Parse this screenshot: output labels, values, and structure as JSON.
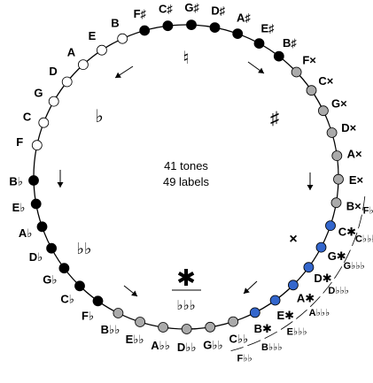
{
  "center": {
    "line1": "41 tones",
    "line2": "49 labels"
  },
  "colors": {
    "natural": "#ffffff",
    "flat": "#000000",
    "sharp": "#000000",
    "doubleflat": "#aaaaaa",
    "doublesharp": "#aaaaaa",
    "triple": "#3366cc",
    "stroke": "#000000",
    "circle": "#000000"
  },
  "region_symbols": {
    "natural": "♮",
    "flat": "♭",
    "sharp": "♯",
    "doubleflat": "♭♭",
    "doublesharp": "×",
    "triple_top": "✱",
    "triple_bottom": "♭♭♭"
  },
  "tones": [
    {
      "label": "F",
      "kind": "natural"
    },
    {
      "label": "C",
      "kind": "natural"
    },
    {
      "label": "G",
      "kind": "natural"
    },
    {
      "label": "D",
      "kind": "natural"
    },
    {
      "label": "A",
      "kind": "natural"
    },
    {
      "label": "E",
      "kind": "natural"
    },
    {
      "label": "B",
      "kind": "natural"
    },
    {
      "label": "F♯",
      "kind": "sharp"
    },
    {
      "label": "C♯",
      "kind": "sharp"
    },
    {
      "label": "G♯",
      "kind": "sharp"
    },
    {
      "label": "D♯",
      "kind": "sharp"
    },
    {
      "label": "A♯",
      "kind": "sharp"
    },
    {
      "label": "E♯",
      "kind": "sharp"
    },
    {
      "label": "B♯",
      "kind": "sharp"
    },
    {
      "label": "F×",
      "kind": "doublesharp"
    },
    {
      "label": "C×",
      "kind": "doublesharp"
    },
    {
      "label": "G×",
      "kind": "doublesharp"
    },
    {
      "label": "D×",
      "kind": "doublesharp"
    },
    {
      "label": "A×",
      "kind": "doublesharp"
    },
    {
      "label": "E×",
      "kind": "doublesharp"
    },
    {
      "label": "B×",
      "kind": "doublesharp",
      "extra": "F♭♭♭"
    },
    {
      "label": "C✱",
      "kind": "triple",
      "extra": "C♭♭♭"
    },
    {
      "label": "G✱",
      "kind": "triple",
      "extra": "G♭♭♭"
    },
    {
      "label": "D✱",
      "kind": "triple",
      "extra": "D♭♭♭"
    },
    {
      "label": "A✱",
      "kind": "triple",
      "extra": "A♭♭♭"
    },
    {
      "label": "E✱",
      "kind": "triple",
      "extra": "E♭♭♭"
    },
    {
      "label": "B✱",
      "kind": "triple",
      "extra": "B♭♭♭"
    },
    {
      "label": "C♭♭",
      "kind": "doubleflat",
      "extra": "F♭♭"
    },
    {
      "label": "G♭♭",
      "kind": "doubleflat"
    },
    {
      "label": "D♭♭",
      "kind": "doubleflat"
    },
    {
      "label": "A♭♭",
      "kind": "doubleflat"
    },
    {
      "label": "E♭♭",
      "kind": "doubleflat"
    },
    {
      "label": "B♭♭",
      "kind": "doubleflat"
    },
    {
      "label": "F♭",
      "kind": "flat"
    },
    {
      "label": "C♭",
      "kind": "flat"
    },
    {
      "label": "G♭",
      "kind": "flat"
    },
    {
      "label": "D♭",
      "kind": "flat"
    },
    {
      "label": "A♭",
      "kind": "flat"
    },
    {
      "label": "E♭",
      "kind": "flat"
    },
    {
      "label": "B♭",
      "kind": "flat"
    }
  ]
}
